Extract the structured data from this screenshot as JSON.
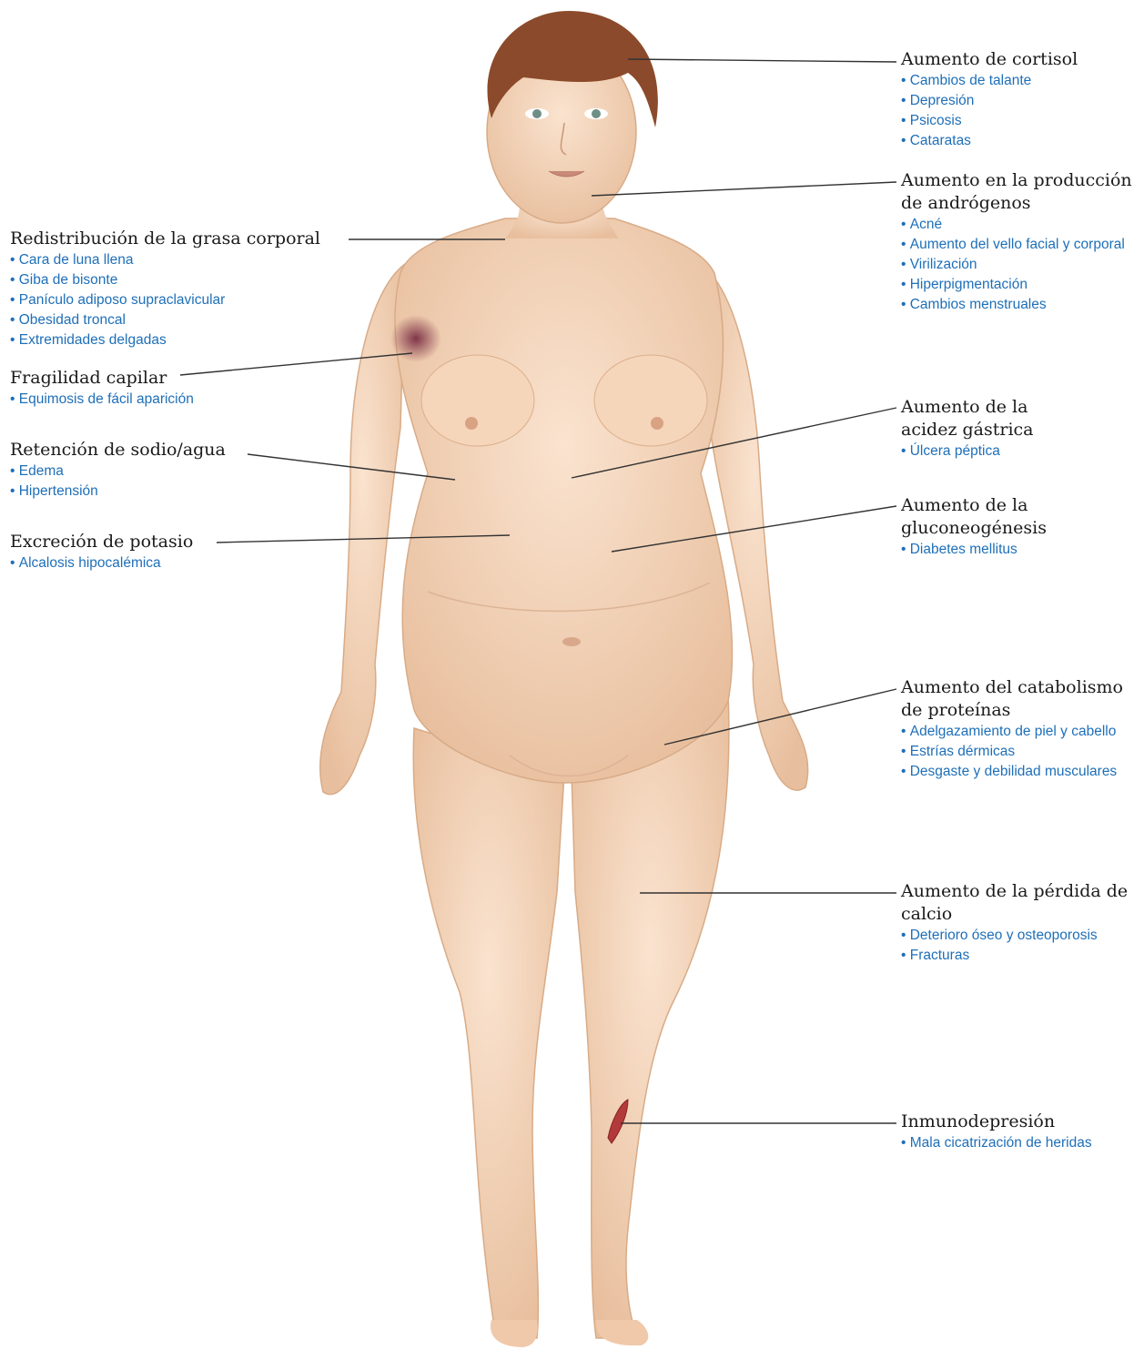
{
  "colors": {
    "heading": "#1a1a1a",
    "item": "#1e6fb8",
    "leader": "#333333",
    "skin": "#f3d2b5",
    "hair": "#8b4a2b",
    "bruise": "#7a2e44",
    "wound": "#b23a3a"
  },
  "callouts": {
    "left": [
      {
        "title": "Redistribución de la grasa corporal",
        "items": [
          "Cara de luna llena",
          "Giba de bisonte",
          "Panículo adiposo supraclavicular",
          "Obesidad troncal",
          "Extremidades delgadas"
        ]
      },
      {
        "title": "Fragilidad capilar",
        "items": [
          "Equimosis de fácil aparición"
        ]
      },
      {
        "title": "Retención de sodio/agua",
        "items": [
          "Edema",
          "Hipertensión"
        ]
      },
      {
        "title": "Excreción de potasio",
        "items": [
          "Alcalosis hipocalémica"
        ]
      }
    ],
    "right": [
      {
        "title": "Aumento de cortisol",
        "items": [
          "Cambios de talante",
          "Depresión",
          "Psicosis",
          "Cataratas"
        ]
      },
      {
        "title": "Aumento en la producción de andrógenos",
        "items": [
          "Acné",
          "Aumento del vello facial y corporal",
          "Virilización",
          "Hiperpigmentación",
          "Cambios menstruales"
        ]
      },
      {
        "title": "Aumento de la acidez gástrica",
        "items": [
          "Úlcera péptica"
        ]
      },
      {
        "title": "Aumento de la gluconeogénesis",
        "items": [
          "Diabetes mellitus"
        ]
      },
      {
        "title": "Aumento del catabolismo de proteínas",
        "items": [
          "Adelgazamiento de piel y cabello",
          "Estrías dérmicas",
          "Desgaste y debilidad musculares"
        ]
      },
      {
        "title": "Aumento de la pérdida de calcio",
        "items": [
          "Deterioro óseo y osteoporosis",
          "Fracturas"
        ]
      },
      {
        "title": "Inmunodepresión",
        "items": [
          "Mala cicatrización de heridas"
        ]
      }
    ]
  }
}
